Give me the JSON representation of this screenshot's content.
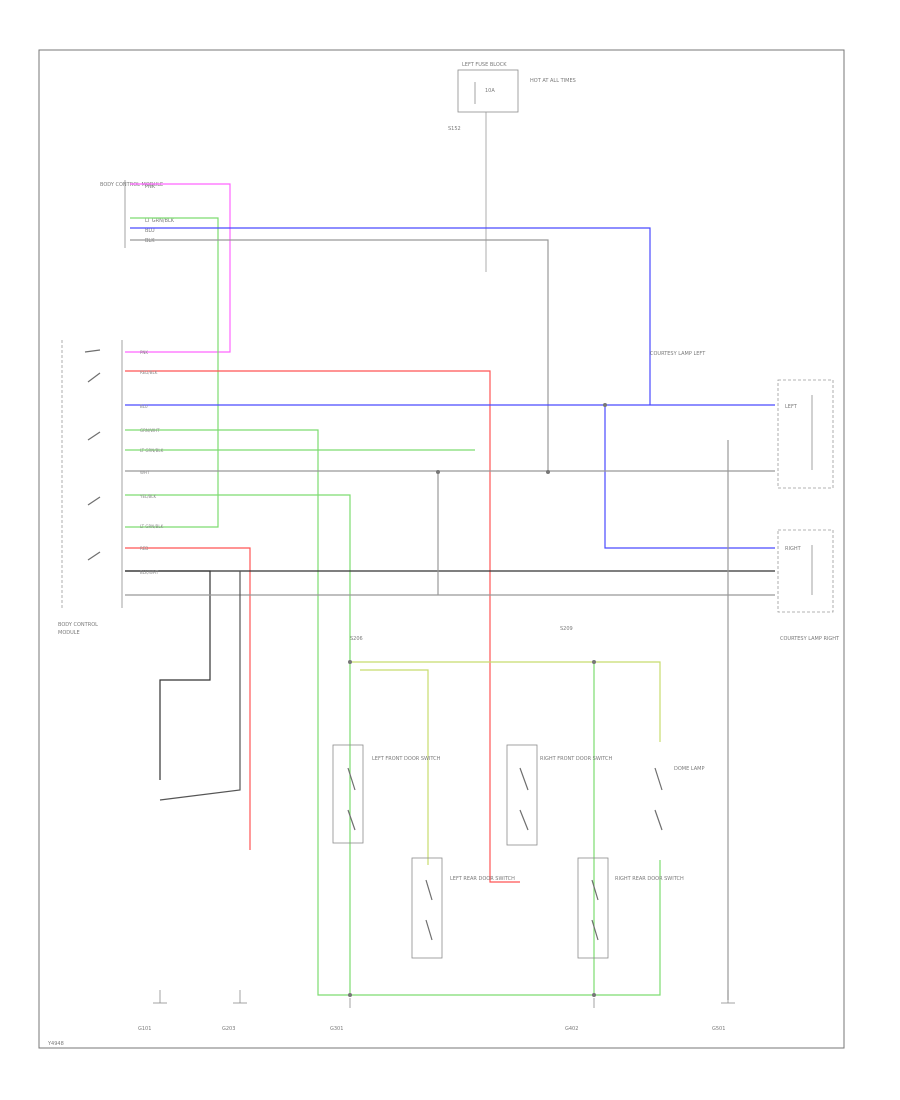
{
  "diagram": {
    "code": "Y4948",
    "colors": {
      "pink": "#ff66ff",
      "green": "#7ddc70",
      "blue": "#4a4aff",
      "red": "#ff5555",
      "yellow_green": "#c8dc6e",
      "gray": "#999999",
      "dark_gray": "#333333",
      "border": "#777777"
    },
    "wire_labels": {
      "ltgrn_blk": "LT GRN/BLK",
      "blk_wht": "BLK/WHT",
      "grn_wht": "GRN/WHT",
      "blk": "BLK",
      "blu": "BLU",
      "pnk": "PNK",
      "red": "RED",
      "wht": "WHT",
      "ylw_blk": "YEL/BLK",
      "red_blk": "RED/BLK"
    },
    "components": {
      "fuse_block": "LEFT FUSE BLOCK",
      "lp_fuse": "10A",
      "hot_at_all": "HOT AT ALL TIMES",
      "junction": "S152",
      "courtesy_lamp_left": "COURTESY LAMP LEFT",
      "courtesy_lamp_right": "COURTESY LAMP RIGHT",
      "dome_lamp": "DOME LAMP",
      "body_control_module": "BODY CONTROL MODULE",
      "splice_1": "S206",
      "splice_2": "S209",
      "door_switch_lf": "LEFT FRONT DOOR SWITCH",
      "door_switch_rf": "RIGHT FRONT DOOR SWITCH",
      "door_switch_lr": "LEFT REAR DOOR SWITCH",
      "door_switch_rr": "RIGHT REAR DOOR SWITCH",
      "ground_1": "G101",
      "ground_2": "G203",
      "ground_3": "G301",
      "ground_4": "G402",
      "ground_5": "G501"
    }
  }
}
